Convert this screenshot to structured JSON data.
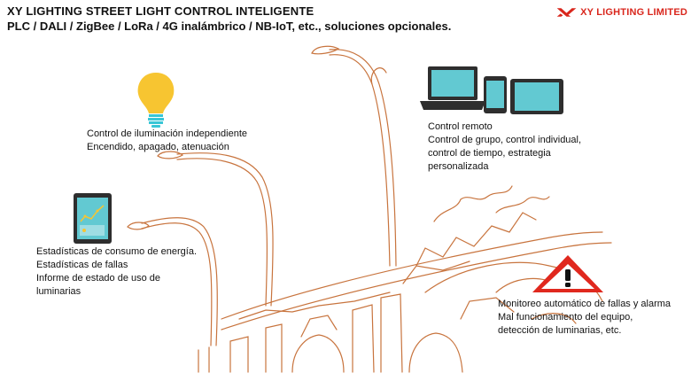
{
  "header": {
    "title": "XY LIGHTING STREET LIGHT CONTROL INTELIGENTE",
    "subtitle": "PLC / DALI / ZigBee / LoRa / 4G inalámbrico / NB-IoT, etc., soluciones opcionales."
  },
  "logo": {
    "mark": "XY",
    "text": "XY LIGHTING LIMITED",
    "color": "#d9261c"
  },
  "features": {
    "lighting": {
      "icon": "light-bulb-icon",
      "lines": [
        "Control de iluminación independiente",
        "Encendido, apagado, atenuación"
      ]
    },
    "remote": {
      "icon": "devices-icon",
      "lines": [
        "Control remoto",
        "Control de grupo, control individual,",
        "control de tiempo, estrategia",
        "personalizada"
      ]
    },
    "stats": {
      "icon": "tablet-chart-icon",
      "lines": [
        "Estadísticas de consumo de energía.",
        "Estadísticas de fallas",
        "Informe de estado de uso de",
        "luminarias"
      ]
    },
    "monitor": {
      "icon": "warning-icon",
      "lines": [
        "Monitoreo automático de fallas y alarma",
        "Mal funcionamiento del equipo,",
        "detección de luminarias, etc."
      ]
    }
  },
  "colors": {
    "sketch": "#c8743e",
    "bulb": "#f7c531",
    "bulb_base": "#39c6d6",
    "warning": "#e0281e",
    "screen": "#62c9d2"
  }
}
